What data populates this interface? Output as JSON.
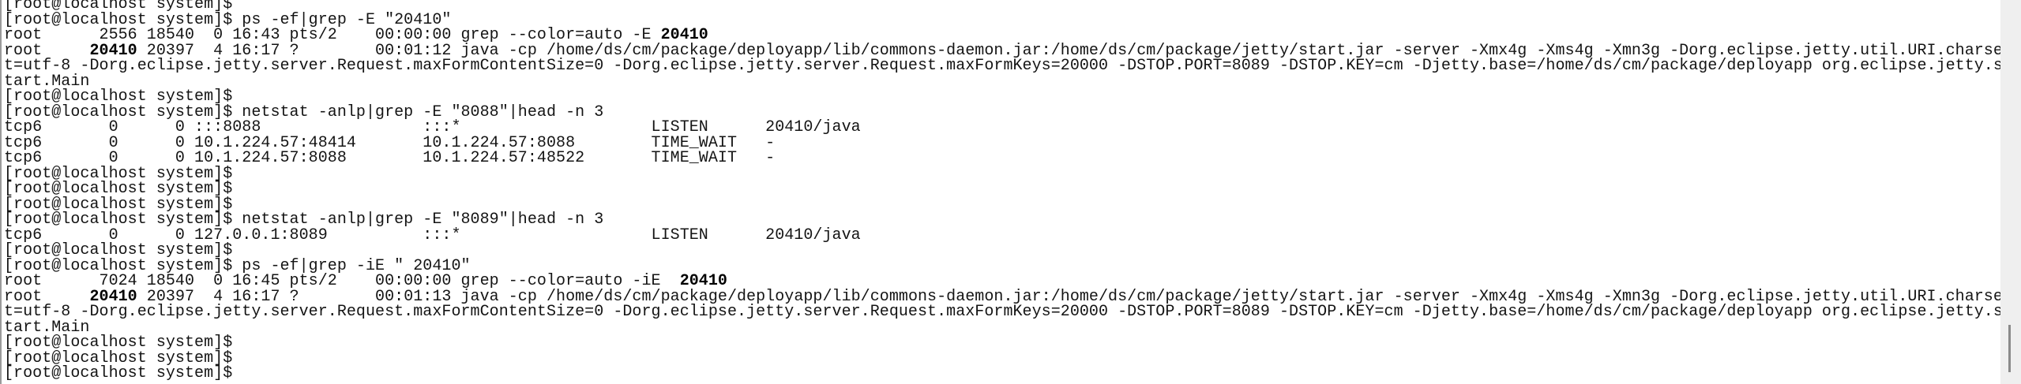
{
  "terminal": {
    "prompt": "[root@localhost system]$",
    "lines": [
      {
        "segments": [
          {
            "t": "[root@localhost system]$"
          }
        ]
      },
      {
        "segments": [
          {
            "t": "[root@localhost system]$ ps -ef|grep -E \"20410\""
          }
        ]
      },
      {
        "segments": [
          {
            "t": "root      2556 18540  0 16:43 pts/2    00:00:00 grep --color=auto -E "
          },
          {
            "t": "20410",
            "b": true
          }
        ]
      },
      {
        "segments": [
          {
            "t": "root     "
          },
          {
            "t": "20410",
            "b": true
          },
          {
            "t": " 20397  4 16:17 ?        00:01:12 java -cp /home/ds/cm/package/deployapp/lib/commons-daemon.jar:/home/ds/cm/package/jetty/start.jar -server -Xmx4g -Xms4g -Xmn3g -Dorg.eclipse.jetty.util.URI.charse"
          }
        ]
      },
      {
        "segments": [
          {
            "t": "t=utf-8 -Dorg.eclipse.jetty.server.Request.maxFormContentSize=0 -Dorg.eclipse.jetty.server.Request.maxFormKeys=20000 -DSTOP.PORT=8089 -DSTOP.KEY=cm -Djetty.base=/home/ds/cm/package/deployapp org.eclipse.jetty.s"
          }
        ]
      },
      {
        "segments": [
          {
            "t": "tart.Main"
          }
        ]
      },
      {
        "segments": [
          {
            "t": "[root@localhost system]$"
          }
        ]
      },
      {
        "segments": [
          {
            "t": "[root@localhost system]$ netstat -anlp|grep -E \"8088\"|head -n 3"
          }
        ]
      },
      {
        "segments": [
          {
            "t": "tcp6       0      0 :::8088                 :::*                    LISTEN      20410/java"
          }
        ]
      },
      {
        "segments": [
          {
            "t": "tcp6       0      0 10.1.224.57:48414       10.1.224.57:8088        TIME_WAIT   -"
          }
        ]
      },
      {
        "segments": [
          {
            "t": "tcp6       0      0 10.1.224.57:8088        10.1.224.57:48522       TIME_WAIT   -"
          }
        ]
      },
      {
        "segments": [
          {
            "t": "[root@localhost system]$"
          }
        ]
      },
      {
        "segments": [
          {
            "t": "[root@localhost system]$"
          }
        ]
      },
      {
        "segments": [
          {
            "t": "[root@localhost system]$"
          }
        ]
      },
      {
        "segments": [
          {
            "t": "[root@localhost system]$ netstat -anlp|grep -E \"8089\"|head -n 3"
          }
        ]
      },
      {
        "segments": [
          {
            "t": "tcp6       0      0 127.0.0.1:8089          :::*                    LISTEN      20410/java"
          }
        ]
      },
      {
        "segments": [
          {
            "t": "[root@localhost system]$"
          }
        ]
      },
      {
        "segments": [
          {
            "t": "[root@localhost system]$ ps -ef|grep -iE \" 20410\""
          }
        ]
      },
      {
        "segments": [
          {
            "t": "root      7024 18540  0 16:45 pts/2    00:00:00 grep --color=auto -iE  "
          },
          {
            "t": "20410",
            "b": true
          }
        ]
      },
      {
        "segments": [
          {
            "t": "root     "
          },
          {
            "t": "20410",
            "b": true
          },
          {
            "t": " 20397  4 16:17 ?        00:01:13 java -cp /home/ds/cm/package/deployapp/lib/commons-daemon.jar:/home/ds/cm/package/jetty/start.jar -server -Xmx4g -Xms4g -Xmn3g -Dorg.eclipse.jetty.util.URI.charse"
          }
        ]
      },
      {
        "segments": [
          {
            "t": "t=utf-8 -Dorg.eclipse.jetty.server.Request.maxFormContentSize=0 -Dorg.eclipse.jetty.server.Request.maxFormKeys=20000 -DSTOP.PORT=8089 -DSTOP.KEY=cm -Djetty.base=/home/ds/cm/package/deployapp org.eclipse.jetty.s"
          }
        ]
      },
      {
        "segments": [
          {
            "t": "tart.Main"
          }
        ]
      },
      {
        "segments": [
          {
            "t": "[root@localhost system]$"
          }
        ]
      },
      {
        "segments": [
          {
            "t": "[root@localhost system]$"
          }
        ]
      },
      {
        "segments": [
          {
            "t": "[root@localhost system]$"
          }
        ]
      }
    ]
  },
  "colors": {
    "background": "#ffffff",
    "text": "#141414",
    "scrollbar_track": "#efefef",
    "scrollbar_thumb": "#8a8a8a"
  },
  "scroll": {
    "position_fraction": 1.0
  }
}
